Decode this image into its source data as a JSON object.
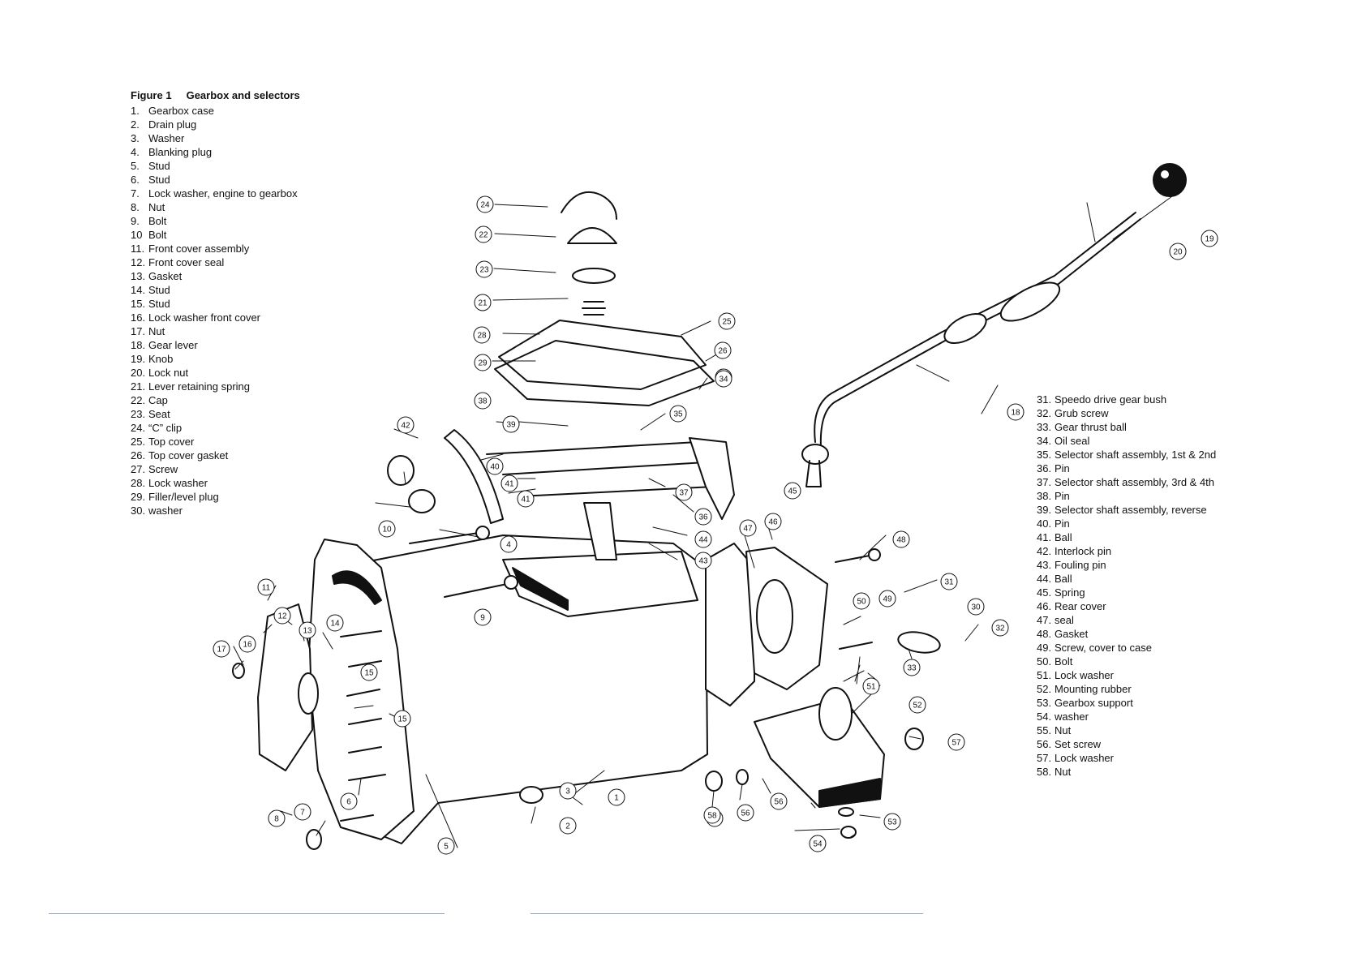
{
  "figure": {
    "number": "Figure 1",
    "title": "Gearbox and selectors"
  },
  "legend_left": [
    {
      "num": "1.",
      "label": "Gearbox case"
    },
    {
      "num": "2.",
      "label": "Drain plug"
    },
    {
      "num": "3.",
      "label": "Washer"
    },
    {
      "num": "4.",
      "label": "Blanking plug"
    },
    {
      "num": "5.",
      "label": "Stud"
    },
    {
      "num": "6.",
      "label": "Stud"
    },
    {
      "num": "7.",
      "label": "Lock washer, engine to gearbox"
    },
    {
      "num": "8.",
      "label": "Nut"
    },
    {
      "num": "9.",
      "label": "Bolt"
    },
    {
      "num": "10",
      "label": "Bolt"
    },
    {
      "num": "11.",
      "label": "Front cover assembly"
    },
    {
      "num": "12.",
      "label": "Front cover seal"
    },
    {
      "num": "13.",
      "label": "Gasket"
    },
    {
      "num": "14.",
      "label": "Stud"
    },
    {
      "num": "15.",
      "label": "Stud"
    },
    {
      "num": "16.",
      "label": "Lock washer front cover"
    },
    {
      "num": "17.",
      "label": "Nut"
    },
    {
      "num": "18.",
      "label": "Gear lever"
    },
    {
      "num": "19.",
      "label": "Knob"
    },
    {
      "num": "20.",
      "label": "Lock nut"
    },
    {
      "num": "21.",
      "label": "Lever retaining spring"
    },
    {
      "num": "22.",
      "label": "Cap"
    },
    {
      "num": "23.",
      "label": "Seat"
    },
    {
      "num": "24.",
      "label": "“C” clip"
    },
    {
      "num": "25.",
      "label": "Top cover"
    },
    {
      "num": "26.",
      "label": "Top cover gasket"
    },
    {
      "num": "27.",
      "label": "Screw"
    },
    {
      "num": "28.",
      "label": "Lock washer"
    },
    {
      "num": "29.",
      "label": "Filler/level plug"
    },
    {
      "num": "30.",
      "label": "washer"
    }
  ],
  "legend_right": [
    {
      "num": "31.",
      "label": "Speedo drive gear bush"
    },
    {
      "num": "32.",
      "label": "Grub screw"
    },
    {
      "num": "33.",
      "label": "Gear thrust ball"
    },
    {
      "num": "34.",
      "label": "Oil seal"
    },
    {
      "num": "35.",
      "label": "Selector shaft assembly, 1st & 2nd"
    },
    {
      "num": "36.",
      "label": "Pin"
    },
    {
      "num": "37.",
      "label": "Selector shaft assembly, 3rd & 4th"
    },
    {
      "num": "38.",
      "label": "Pin"
    },
    {
      "num": "39.",
      "label": "Selector shaft assembly, reverse"
    },
    {
      "num": "40.",
      "label": "Pin"
    },
    {
      "num": "41.",
      "label": "Ball"
    },
    {
      "num": "42.",
      "label": "Interlock pin"
    },
    {
      "num": "43.",
      "label": "Fouling pin"
    },
    {
      "num": "44.",
      "label": "Ball"
    },
    {
      "num": "45.",
      "label": "Spring"
    },
    {
      "num": "46.",
      "label": "Rear cover"
    },
    {
      "num": "47.",
      "label": "seal"
    },
    {
      "num": "48.",
      "label": "Gasket"
    },
    {
      "num": "49.",
      "label": "Screw, cover to case"
    },
    {
      "num": "50.",
      "label": "Bolt"
    },
    {
      "num": "51.",
      "label": "Lock washer"
    },
    {
      "num": "52.",
      "label": "Mounting rubber"
    },
    {
      "num": "53.",
      "label": "Gearbox support"
    },
    {
      "num": "54.",
      "label": "washer"
    },
    {
      "num": "55.",
      "label": "Nut"
    },
    {
      "num": "56.",
      "label": "Set screw"
    },
    {
      "num": "57.",
      "label": "Lock washer"
    },
    {
      "num": "58.",
      "label": "Nut"
    }
  ],
  "callouts": [
    "1",
    "2",
    "3",
    "4",
    "5",
    "6",
    "7",
    "8",
    "9",
    "10",
    "11",
    "12",
    "13",
    "14",
    "15",
    "15",
    "16",
    "17",
    "18",
    "19",
    "20",
    "21",
    "22",
    "23",
    "24",
    "25",
    "26",
    "27",
    "28",
    "29",
    "30",
    "31",
    "32",
    "33",
    "34",
    "35",
    "36",
    "37",
    "38",
    "39",
    "40",
    "41",
    "41",
    "42",
    "43",
    "44",
    "45",
    "46",
    "47",
    "48",
    "49",
    "50",
    "51",
    "52",
    "53",
    "54",
    "55",
    "56",
    "56",
    "57",
    "58"
  ],
  "colors": {
    "ink": "#111111",
    "rule": "#8aa4c8"
  }
}
